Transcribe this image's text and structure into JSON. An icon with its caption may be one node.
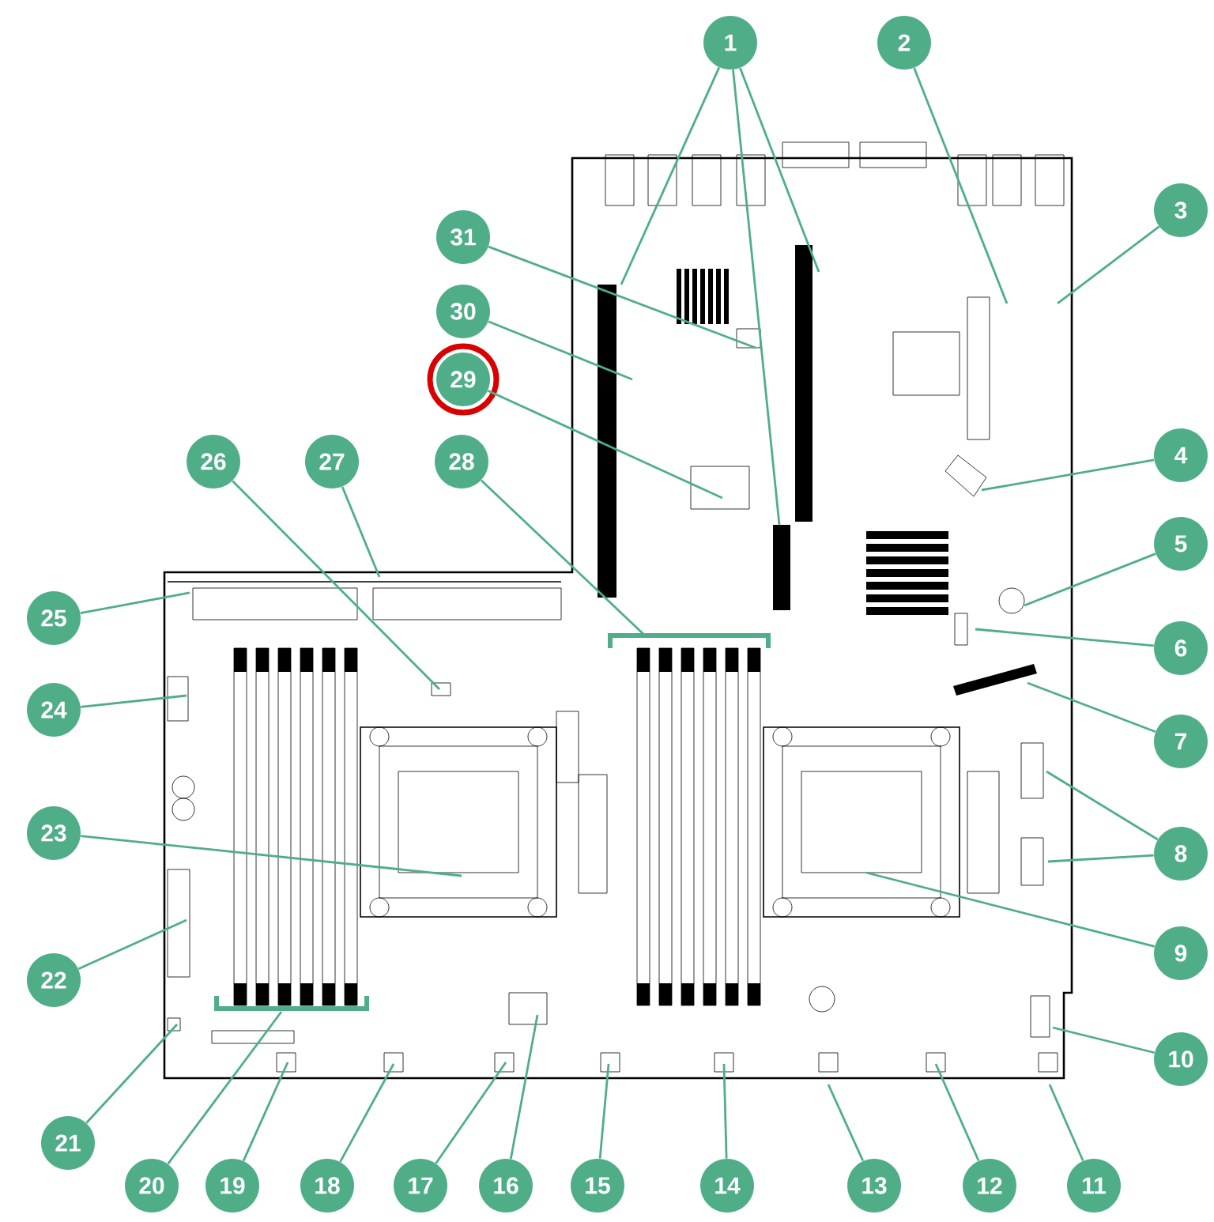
{
  "diagram": {
    "nodes": [
      {
        "text": [
          "1"
        ]
      },
      {
        "text": [
          "2"
        ]
      },
      {
        "text": [
          "3"
        ]
      },
      {
        "text": [
          "4"
        ]
      },
      {
        "text": [
          "5"
        ]
      },
      {
        "text": [
          "6"
        ]
      },
      {
        "text": [
          "7"
        ]
      },
      {
        "text": [
          "8"
        ]
      },
      {
        "text": [
          "9"
        ]
      },
      {
        "text": [
          "10"
        ]
      },
      {
        "text": [
          "11"
        ]
      },
      {
        "text": [
          "12"
        ]
      },
      {
        "text": [
          "13"
        ]
      },
      {
        "text": [
          "14"
        ]
      },
      {
        "text": [
          "15"
        ]
      },
      {
        "text": [
          "16"
        ]
      },
      {
        "text": [
          "17"
        ]
      },
      {
        "text": [
          "18"
        ]
      },
      {
        "text": [
          "19"
        ]
      },
      {
        "text": [
          "20"
        ]
      },
      {
        "text": [
          "21"
        ]
      },
      {
        "text": [
          "22"
        ]
      },
      {
        "text": [
          "23"
        ]
      },
      {
        "text": [
          "24"
        ]
      },
      {
        "text": [
          "25"
        ]
      },
      {
        "text": [
          "26"
        ]
      },
      {
        "text": [
          "27"
        ]
      },
      {
        "text": [
          "28"
        ]
      },
      {
        "text": [
          "29"
        ]
      },
      {
        "text": [
          "30"
        ]
      },
      {
        "text": [
          "31"
        ]
      }
    ],
    "edges": [
      {
        "from": 0,
        "to": null,
        "arrow": "none"
      },
      {
        "from": 0,
        "to": null,
        "arrow": "none"
      },
      {
        "from": 0,
        "to": null,
        "arrow": "none"
      },
      {
        "from": 1,
        "to": null,
        "arrow": "none"
      },
      {
        "from": 2,
        "to": null,
        "arrow": "none"
      },
      {
        "from": 3,
        "to": null,
        "arrow": "none"
      },
      {
        "from": 4,
        "to": null,
        "arrow": "none"
      },
      {
        "from": 5,
        "to": null,
        "arrow": "none"
      },
      {
        "from": 6,
        "to": null,
        "arrow": "none"
      },
      {
        "from": 7,
        "to": null,
        "arrow": "none"
      },
      {
        "from": 7,
        "to": null,
        "arrow": "none"
      },
      {
        "from": 8,
        "to": null,
        "arrow": "none"
      },
      {
        "from": 9,
        "to": null,
        "arrow": "none"
      },
      {
        "from": 10,
        "to": null,
        "arrow": "none"
      },
      {
        "from": 11,
        "to": null,
        "arrow": "none"
      },
      {
        "from": 12,
        "to": null,
        "arrow": "none"
      },
      {
        "from": 13,
        "to": null,
        "arrow": "none"
      },
      {
        "from": 14,
        "to": null,
        "arrow": "none"
      },
      {
        "from": 15,
        "to": null,
        "arrow": "none"
      },
      {
        "from": 16,
        "to": null,
        "arrow": "none"
      },
      {
        "from": 17,
        "to": null,
        "arrow": "none"
      },
      {
        "from": 18,
        "to": null,
        "arrow": "none"
      },
      {
        "from": 19,
        "to": null,
        "arrow": "none"
      },
      {
        "from": 20,
        "to": null,
        "arrow": "none"
      },
      {
        "from": 21,
        "to": null,
        "arrow": "none"
      },
      {
        "from": 22,
        "to": null,
        "arrow": "none"
      },
      {
        "from": 23,
        "to": null,
        "arrow": "none"
      },
      {
        "from": 24,
        "to": null,
        "arrow": "none"
      },
      {
        "from": 25,
        "to": null,
        "arrow": "none"
      },
      {
        "from": 26,
        "to": null,
        "arrow": "none"
      },
      {
        "from": 27,
        "to": null,
        "arrow": "none"
      },
      {
        "from": 28,
        "to": null,
        "arrow": "none"
      },
      {
        "from": 29,
        "to": null,
        "arrow": "none"
      },
      {
        "from": 30,
        "to": null,
        "arrow": "none"
      }
    ]
  }
}
